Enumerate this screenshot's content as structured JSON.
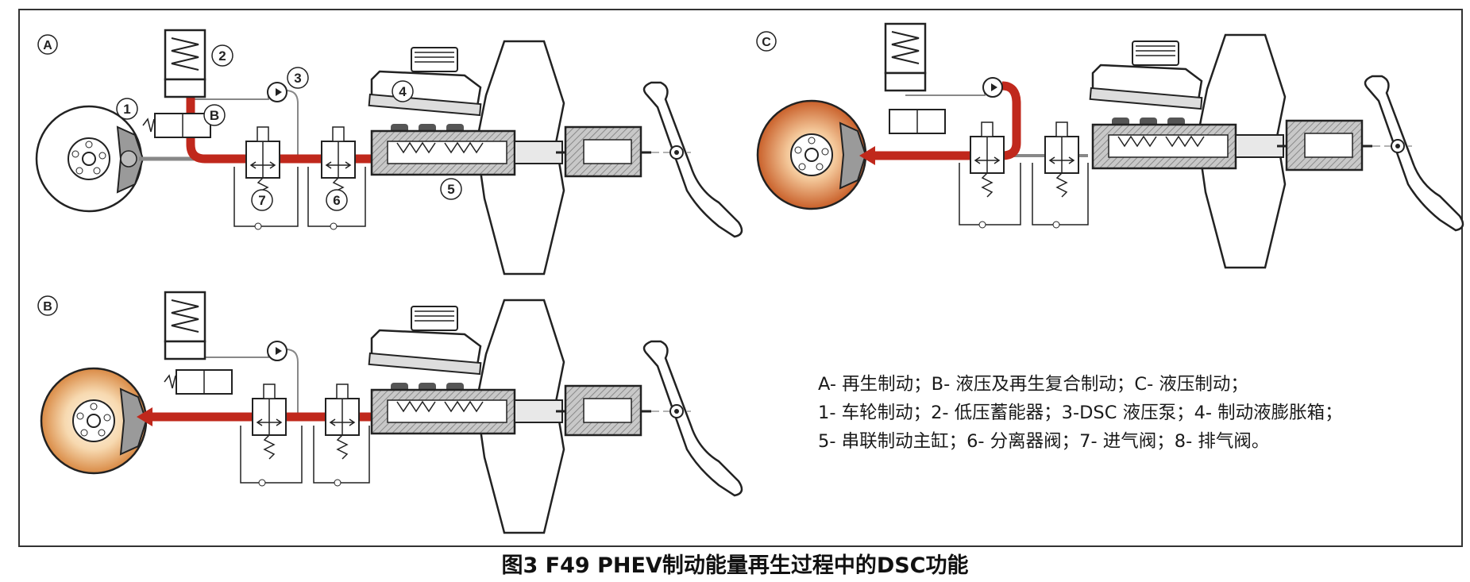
{
  "panels": [
    {
      "id": "A",
      "number_labels": [
        "1",
        "2",
        "3",
        "4",
        "5",
        "6",
        "7",
        "B"
      ]
    },
    {
      "id": "C"
    },
    {
      "id": "B"
    }
  ],
  "legend": {
    "line1": "A- 再生制动；B- 液压及再生复合制动；C- 液压制动；",
    "line2": "1- 车轮制动；2- 低压蓄能器；3-DSC 液压泵；4- 制动液膨胀箱；",
    "line3": "5- 串联制动主缸；6- 分离器阀；7- 进气阀；8- 排气阀。"
  },
  "caption": "图3 F49 PHEV制动能量再生过程中的DSC功能",
  "colors": {
    "fluid_line": "#c0281c",
    "disc_hot": "#d98040",
    "frame": "#333333",
    "booster_fill": "#ffffff",
    "cylinder_fill": "#bdbdbd"
  }
}
